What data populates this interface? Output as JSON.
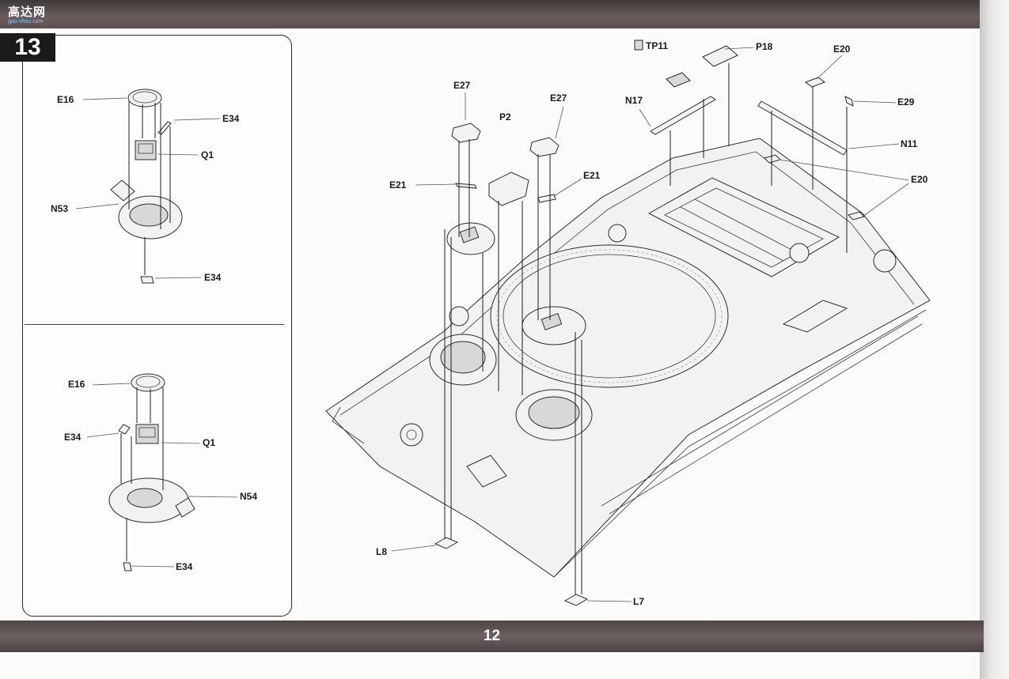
{
  "header": {
    "logo_text": "高达网",
    "logo_sub": "gao-shou.com"
  },
  "step": {
    "number": "13"
  },
  "footer": {
    "page_number": "12"
  },
  "inset_top": {
    "labels": [
      "E16",
      "E34",
      "Q1",
      "N53",
      "E34"
    ]
  },
  "inset_bottom": {
    "labels": [
      "E16",
      "E34",
      "Q1",
      "N54",
      "E34"
    ]
  },
  "main": {
    "labels": [
      "TP11",
      "P18",
      "E20",
      "E29",
      "N17",
      "N11",
      "E20",
      "E27",
      "P2",
      "E27",
      "E21",
      "E21",
      "L8",
      "L7"
    ]
  }
}
